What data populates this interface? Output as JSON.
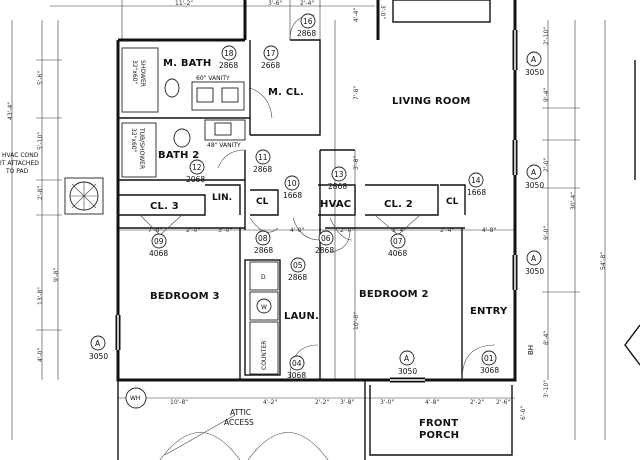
{
  "rooms": {
    "master_bath": "M. BATH",
    "master_closet": "M. CL.",
    "living_room": "LIVING ROOM",
    "bath_2": "BATH 2",
    "closet_3": "CL. 3",
    "linen": "LIN.",
    "closet_a": "CL",
    "hvac": "HVAC",
    "closet_2": "CL. 2",
    "closet_b": "CL",
    "bedroom_3": "BEDROOM 3",
    "laundry": "LAUN.",
    "bedroom_2": "BEDROOM 2",
    "entry": "ENTRY",
    "front_porch_1": "FRONT",
    "front_porch_2": "PORCH"
  },
  "fixtures": {
    "shower_master_1": "32\"x60\"",
    "shower_master_2": "SHOWER",
    "vanity_master": "60\" VANITY",
    "vanity_bath2": "48\" VANITY",
    "tub_1": "32\"x60\"",
    "tub_2": "TUB/SHOWER",
    "counter": "COUNTER",
    "dryer": "D",
    "washer": "W",
    "water_heater": "WH"
  },
  "notes": {
    "hvac_1": "HVAC COND",
    "hvac_2": "IT ATTACHED",
    "hvac_3": "TO PAD",
    "attic_1": "ATTIC",
    "attic_2": "ACCESS",
    "bh": "BH"
  },
  "door_tags": [
    {
      "num": "16",
      "code": "2868"
    },
    {
      "num": "18",
      "code": "2868"
    },
    {
      "num": "17",
      "code": "2668"
    },
    {
      "num": "12",
      "code": "2068"
    },
    {
      "num": "11",
      "code": "2868"
    },
    {
      "num": "10",
      "code": "1668"
    },
    {
      "num": "13",
      "code": "2868"
    },
    {
      "num": "14",
      "code": "1668"
    },
    {
      "num": "09",
      "code": "4068"
    },
    {
      "num": "08",
      "code": "2868"
    },
    {
      "num": "06",
      "code": "2868"
    },
    {
      "num": "07",
      "code": "4068"
    },
    {
      "num": "05",
      "code": "2868"
    },
    {
      "num": "04",
      "code": "3068"
    },
    {
      "num": "01",
      "code": "3068"
    }
  ],
  "window_tags": [
    {
      "letter": "A",
      "code": "3050"
    },
    {
      "letter": "A",
      "code": "3050"
    },
    {
      "letter": "A",
      "code": "3050"
    },
    {
      "letter": "A",
      "code": "3050"
    },
    {
      "letter": "A",
      "code": "3050"
    }
  ],
  "dimensions": {
    "top": [
      "11'-2\"",
      "3'-6\"",
      "2'-4\"",
      "3'-0\""
    ],
    "left": [
      "43'-4\"",
      "5'-6\"",
      "5'-10\"",
      "2'-8\"",
      "9'-8\"",
      "13'-8\"",
      "4'-0\""
    ],
    "interior": [
      "7'-8\"",
      "3'-8\"",
      "4'-4\"",
      "10'-0\"",
      "2'-0\"",
      "3'-0\"",
      "4'-0\"",
      "2'-0\"",
      "5'-4\"",
      "2'-4\"",
      "4'-8\"",
      "7'-8\""
    ],
    "right": [
      "2'-10\"",
      "9'-4\"",
      "2'-0\"",
      "9'-0\"",
      "30'-4\"",
      "54'-8\"",
      "8'-4\"",
      "3'-10\""
    ],
    "bottom": [
      "10'-8\"",
      "4'-2\"",
      "2'-2\"",
      "3'-8\"",
      "3'-0\"",
      "4'-8\"",
      "2'-2\"",
      "2'-6\"",
      "6'-0\""
    ]
  }
}
